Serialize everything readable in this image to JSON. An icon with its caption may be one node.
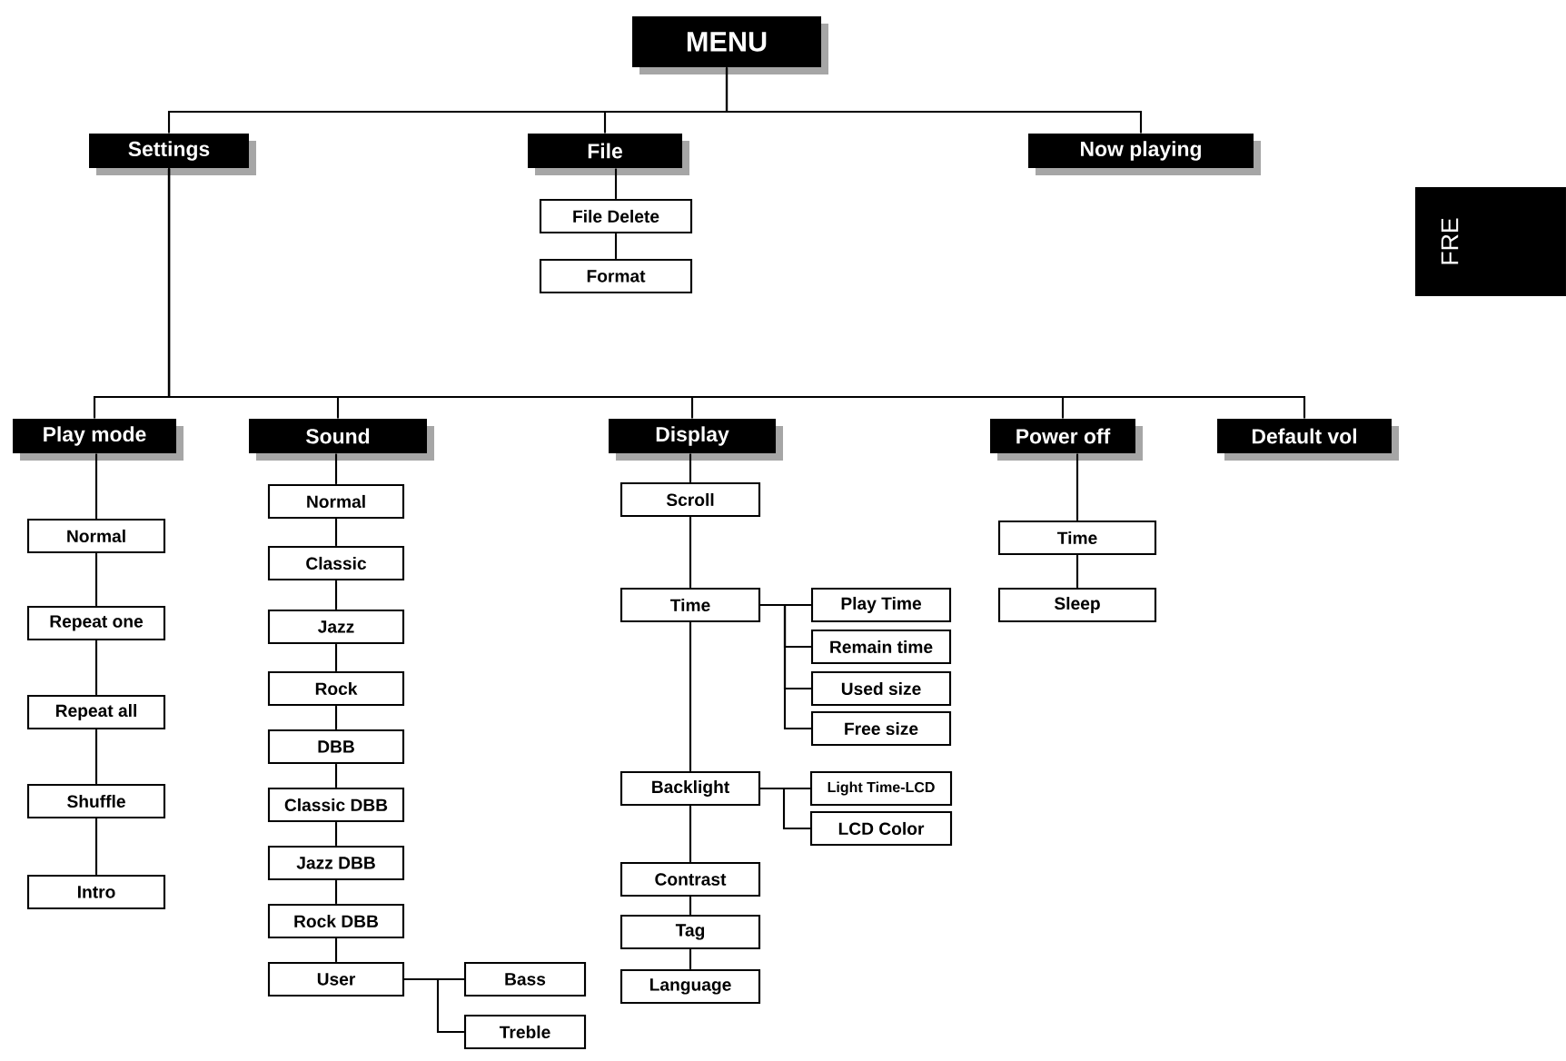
{
  "diagram": {
    "nodes": [
      {
        "text": [
          "MENU"
        ]
      },
      {
        "text": [
          "Settings"
        ]
      },
      {
        "text": [
          "File"
        ]
      },
      {
        "text": [
          "Now playing"
        ]
      },
      {
        "text": [
          "File Delete"
        ]
      },
      {
        "text": [
          "Format"
        ]
      },
      {
        "text": [
          "Play mode"
        ]
      },
      {
        "text": [
          "Sound"
        ]
      },
      {
        "text": [
          "Display"
        ]
      },
      {
        "text": [
          "Power off"
        ]
      },
      {
        "text": [
          "Default vol"
        ]
      },
      {
        "text": [
          "Normal"
        ]
      },
      {
        "text": [
          "Repeat one"
        ]
      },
      {
        "text": [
          "Repeat all"
        ]
      },
      {
        "text": [
          "Shuffle"
        ]
      },
      {
        "text": [
          "Intro"
        ]
      },
      {
        "text": [
          "Normal"
        ]
      },
      {
        "text": [
          "Classic"
        ]
      },
      {
        "text": [
          "Jazz"
        ]
      },
      {
        "text": [
          "Rock"
        ]
      },
      {
        "text": [
          "DBB"
        ]
      },
      {
        "text": [
          "Classic DBB"
        ]
      },
      {
        "text": [
          "Jazz DBB"
        ]
      },
      {
        "text": [
          "Rock DBB"
        ]
      },
      {
        "text": [
          "User"
        ]
      },
      {
        "text": [
          "Bass"
        ]
      },
      {
        "text": [
          "Treble"
        ]
      },
      {
        "text": [
          "Scroll"
        ]
      },
      {
        "text": [
          "Time"
        ]
      },
      {
        "text": [
          "Play Time"
        ]
      },
      {
        "text": [
          "Remain time"
        ]
      },
      {
        "text": [
          "Used size"
        ]
      },
      {
        "text": [
          "Free size"
        ]
      },
      {
        "text": [
          "Backlight"
        ]
      },
      {
        "text": [
          "Light Time-LCD"
        ]
      },
      {
        "text": [
          "LCD Color"
        ]
      },
      {
        "text": [
          "Contrast"
        ]
      },
      {
        "text": [
          "Tag"
        ]
      },
      {
        "text": [
          "Language"
        ]
      },
      {
        "text": [
          "Time"
        ]
      },
      {
        "text": [
          "Sleep"
        ]
      }
    ],
    "edges": [
      {
        "from": 0,
        "to": 1,
        "arrow": "none"
      },
      {
        "from": 0,
        "to": 2,
        "arrow": "none"
      },
      {
        "from": 0,
        "to": 3,
        "arrow": "none"
      },
      {
        "from": 2,
        "to": 4,
        "arrow": "none"
      },
      {
        "from": 4,
        "to": 5,
        "arrow": "none"
      },
      {
        "from": 1,
        "to": 6,
        "arrow": "none"
      },
      {
        "from": 1,
        "to": 7,
        "arrow": "none"
      },
      {
        "from": 1,
        "to": 8,
        "arrow": "none"
      },
      {
        "from": 1,
        "to": 9,
        "arrow": "none"
      },
      {
        "from": 1,
        "to": 10,
        "arrow": "none"
      },
      {
        "from": 6,
        "to": 11,
        "arrow": "none"
      },
      {
        "from": 11,
        "to": 12,
        "arrow": "none"
      },
      {
        "from": 12,
        "to": 13,
        "arrow": "none"
      },
      {
        "from": 13,
        "to": 14,
        "arrow": "none"
      },
      {
        "from": 14,
        "to": 15,
        "arrow": "none"
      },
      {
        "from": 7,
        "to": 16,
        "arrow": "none"
      },
      {
        "from": 16,
        "to": 17,
        "arrow": "none"
      },
      {
        "from": 17,
        "to": 18,
        "arrow": "none"
      },
      {
        "from": 18,
        "to": 19,
        "arrow": "none"
      },
      {
        "from": 19,
        "to": 20,
        "arrow": "none"
      },
      {
        "from": 20,
        "to": 21,
        "arrow": "none"
      },
      {
        "from": 21,
        "to": 22,
        "arrow": "none"
      },
      {
        "from": 22,
        "to": 23,
        "arrow": "none"
      },
      {
        "from": 23,
        "to": 24,
        "arrow": "none"
      },
      {
        "from": 24,
        "to": 25,
        "arrow": "none"
      },
      {
        "from": 24,
        "to": 26,
        "arrow": "none"
      },
      {
        "from": 8,
        "to": 27,
        "arrow": "none"
      },
      {
        "from": 27,
        "to": 28,
        "arrow": "none"
      },
      {
        "from": 28,
        "to": 29,
        "arrow": "none"
      },
      {
        "from": 28,
        "to": 30,
        "arrow": "none"
      },
      {
        "from": 28,
        "to": 31,
        "arrow": "none"
      },
      {
        "from": 28,
        "to": 32,
        "arrow": "none"
      },
      {
        "from": 28,
        "to": 33,
        "arrow": "none"
      },
      {
        "from": 33,
        "to": 34,
        "arrow": "none"
      },
      {
        "from": 33,
        "to": 35,
        "arrow": "none"
      },
      {
        "from": 33,
        "to": 36,
        "arrow": "none"
      },
      {
        "from": 36,
        "to": 37,
        "arrow": "none"
      },
      {
        "from": 37,
        "to": 38,
        "arrow": "none"
      },
      {
        "from": 9,
        "to": 39,
        "arrow": "none"
      },
      {
        "from": 39,
        "to": 40,
        "arrow": "none"
      }
    ],
    "labels": [
      "FRE"
    ]
  }
}
